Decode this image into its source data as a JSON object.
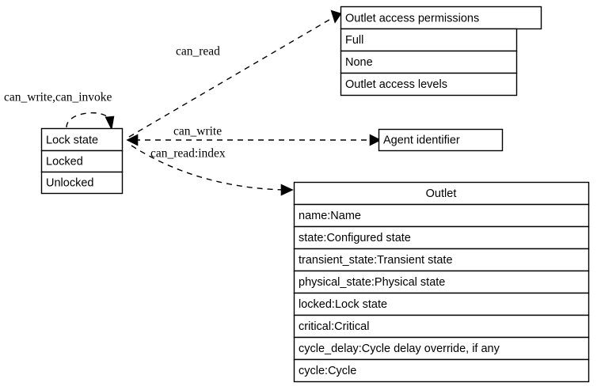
{
  "diagram": {
    "type": "uml-class-diagram",
    "background_color": "#ffffff",
    "line_color": "#000000",
    "nodes": [
      {
        "id": "lock_state",
        "name": "lock-state-node",
        "title": "Lock state",
        "rows": [
          "Locked",
          "Unlocked"
        ]
      },
      {
        "id": "outlet_access_permissions",
        "name": "outlet-access-permissions-node",
        "title": "Outlet access permissions",
        "rows": [
          "Full",
          "None",
          "Outlet access levels"
        ]
      },
      {
        "id": "agent_identifier",
        "name": "agent-identifier-node",
        "title": "Agent identifier",
        "rows": []
      },
      {
        "id": "outlet",
        "name": "outlet-node",
        "title": "Outlet",
        "rows": [
          "name:Name",
          "state:Configured state",
          "transient_state:Transient state",
          "physical_state:Physical state",
          "locked:Lock state",
          "critical:Critical",
          "cycle_delay:Cycle delay override, if any",
          "cycle:Cycle"
        ]
      }
    ],
    "edges": [
      {
        "id": "e_self",
        "name": "edge-lock-state-self-loop",
        "label": "can_write,can_invoke",
        "from": "lock_state",
        "to": "lock_state"
      },
      {
        "id": "e_read",
        "name": "edge-lock-state-to-permissions",
        "label": "can_read",
        "from": "lock_state",
        "to": "outlet_access_permissions"
      },
      {
        "id": "e_write",
        "name": "edge-agent-identifier-to-lock-state",
        "label": "can_write",
        "from": "agent_identifier",
        "to": "lock_state"
      },
      {
        "id": "e_index",
        "name": "edge-lock-state-to-outlet",
        "label": "can_read:index",
        "from": "lock_state",
        "to": "outlet"
      }
    ]
  }
}
